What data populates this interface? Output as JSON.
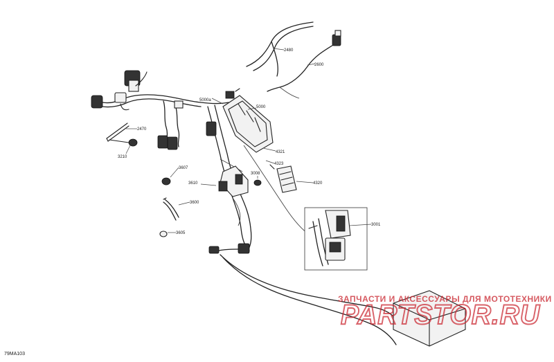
{
  "callouts": {
    "c2480": "2480",
    "c2600": "2600",
    "c5000a": "5000a",
    "c5000": "5000",
    "c2470": "2470",
    "c3210": "3210",
    "c4321": "4321",
    "c4323": "4323",
    "c3607": "3607",
    "c3008": "3008",
    "c3610": "3610",
    "c4320": "4320",
    "c3600": "3600",
    "c3001": "3001",
    "c3605": "3605"
  },
  "figure_code": "79MA103",
  "watermark": {
    "tagline": "ЗАПЧАСТИ И АКСЕССУАРЫ ДЛЯ МОТОТЕХНИКИ",
    "brand": "PARTSTOR.RU",
    "color": "#c9222c"
  }
}
